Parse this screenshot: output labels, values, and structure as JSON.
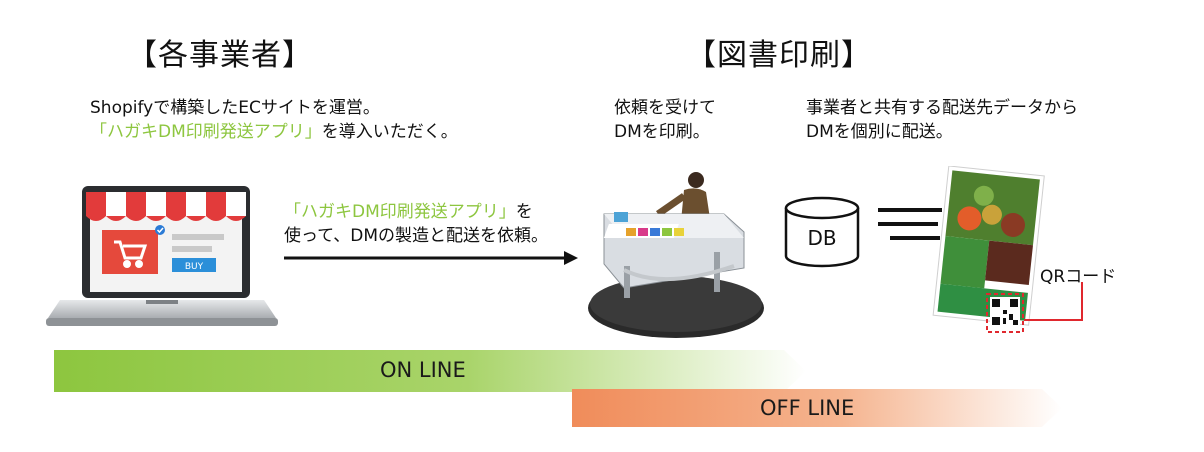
{
  "sections": {
    "business_heading": "【各事業者】",
    "printing_heading": "【図書印刷】"
  },
  "business_text": {
    "line1": "Shopifyで構築したECサイトを運営。",
    "line2_app": "「ハガキDM印刷発送アプリ」",
    "line2_rest": "を導入いただく。"
  },
  "arrow_text": {
    "line1_app": "「ハガキDM印刷発送アプリ」",
    "line1_rest": "を",
    "line2": "使って、DMの製造と配送を依頼。"
  },
  "print_text": {
    "line1": "依頼を受けて",
    "line2": "DMを印刷。"
  },
  "delivery_text": {
    "line1": "事業者と共有する配送先データから",
    "line2": "DMを個別に配送。"
  },
  "laptop": {
    "buy_label": "BUY"
  },
  "db_label": "DB",
  "qr_label": "QRコード",
  "bars": {
    "online": "ON LINE",
    "offline": "OFF LINE"
  },
  "colors": {
    "accent_green": "#8dc63f",
    "offline_orange": "#f08c5a",
    "qr_red": "#e0282e"
  }
}
